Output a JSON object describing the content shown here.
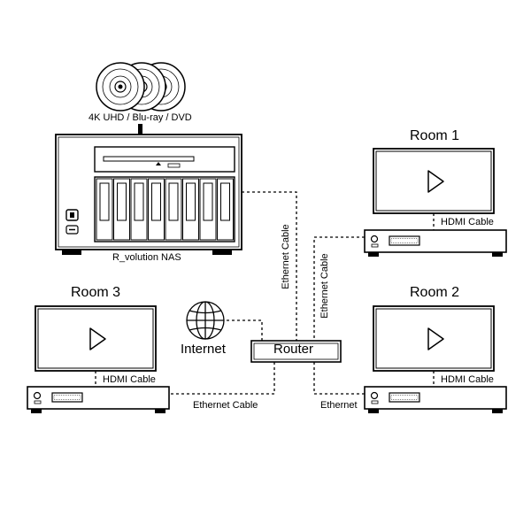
{
  "labels": {
    "discs": "4K UHD / Blu-ray / DVD",
    "nas": "R_volution NAS",
    "room1": "Room 1",
    "room2": "Room 2",
    "room3": "Room 3",
    "router": "Router",
    "internet": "Internet",
    "hdmi_room1": "HDMI Cable",
    "hdmi_room2": "HDMI Cable",
    "hdmi_room3": "HDMI Cable",
    "eth_nas": "Ethernet Cable",
    "eth_room1": "Ethernet Cable",
    "eth_room3": "Ethernet Cable",
    "eth_room2": "Ethernet"
  },
  "icons": {
    "disc": "disc-icon",
    "arrow": "arrow-down-icon",
    "play": "play-icon",
    "globe": "globe-icon"
  },
  "colors": {
    "stroke": "#000000",
    "background": "#ffffff"
  }
}
